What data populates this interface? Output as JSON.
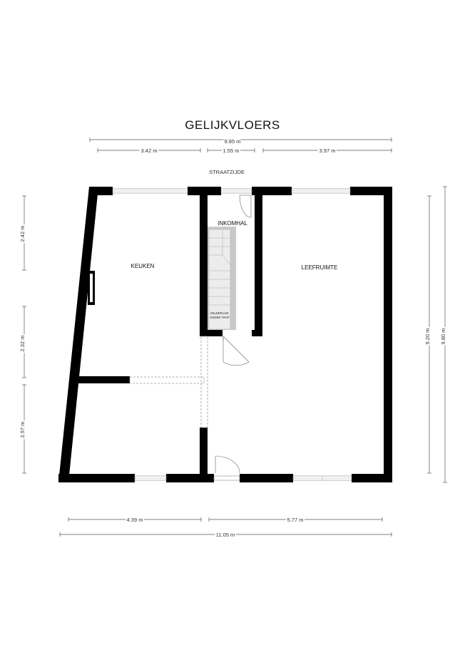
{
  "title": "GELIJKVLOERS",
  "street_label": "STRAATZIJDE",
  "rooms": {
    "keuken": "KEUKEN",
    "inkomhal": "INKOMHAL",
    "leefruimte": "LEEFRUIMTE",
    "stair_note_1": "KELDERLUIK",
    "stair_note_2": "ONDER TRAP"
  },
  "dimensions": {
    "top_total": "9.85 m",
    "top_left": "3.42 m",
    "top_middle": "1.55 m",
    "top_right": "3.97 m",
    "left_upper": "2.42 m",
    "left_middle": "2.32 m",
    "left_lower": "2.97 m",
    "right_inner": "9.20 m",
    "right_outer": "9.80 m",
    "bottom_left": "4.39 m",
    "bottom_right": "5.77 m",
    "bottom_total": "11.05 m"
  }
}
